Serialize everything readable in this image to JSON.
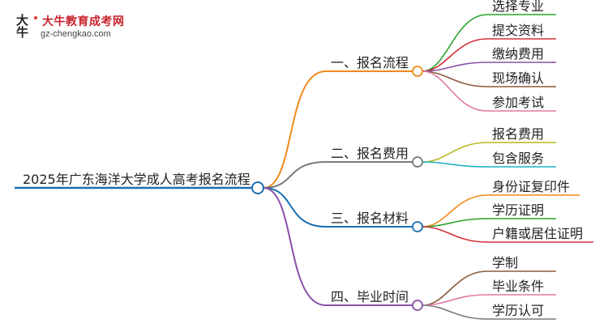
{
  "logo": {
    "name": "大牛教育成考网",
    "url": "gz-chengkao.com",
    "mark": "大牛"
  },
  "root": {
    "label": "2025年广东海洋大学成人高考报名流程"
  },
  "branches": [
    {
      "label": "一、报名流程",
      "color": "#f08a1c",
      "children": [
        {
          "label": "选择专业",
          "color": "#2aa32a"
        },
        {
          "label": "提交资料",
          "color": "#d4303a"
        },
        {
          "label": "缴纳费用",
          "color": "#8a4fa8"
        },
        {
          "label": "现场确认",
          "color": "#8a5a3c"
        },
        {
          "label": "参加考试",
          "color": "#e07aa8"
        }
      ]
    },
    {
      "label": "二、报名费用",
      "color": "#7a7a7a",
      "children": [
        {
          "label": "报名费用",
          "color": "#b7b81e"
        },
        {
          "label": "包含服务",
          "color": "#1fb2c4"
        }
      ]
    },
    {
      "label": "三、报名材料",
      "color": "#1b6fb3",
      "children": [
        {
          "label": "身份证复印件",
          "color": "#f08a1c"
        },
        {
          "label": "学历证明",
          "color": "#2aa32a"
        },
        {
          "label": "户籍或居住证明",
          "color": "#d4303a"
        }
      ]
    },
    {
      "label": "四、毕业时间",
      "color": "#8a4fa8",
      "children": [
        {
          "label": "学制",
          "color": "#8a5a3c"
        },
        {
          "label": "毕业条件",
          "color": "#e07aa8"
        },
        {
          "label": "学历认可",
          "color": "#7a7a7a"
        }
      ]
    }
  ]
}
